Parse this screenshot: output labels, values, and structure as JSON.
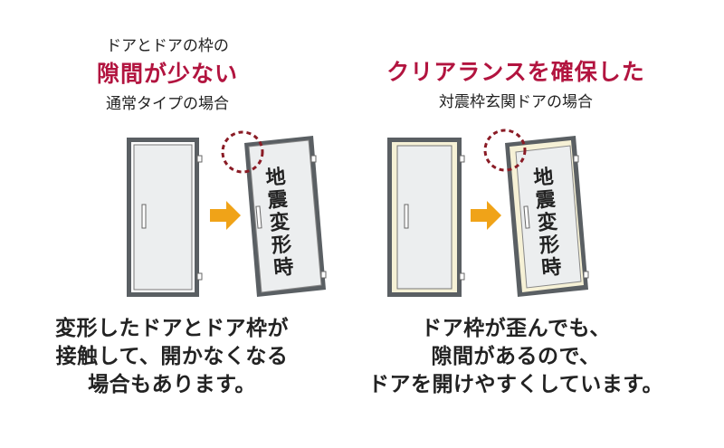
{
  "left": {
    "heading_line1": "ドアとドアの枠の",
    "heading_accent": "隙間が少ない",
    "heading_line3": "通常タイプの場合",
    "door_label_chars": [
      "地",
      "震",
      "変",
      "形",
      "時"
    ],
    "caption_lines": [
      "変形したドアとドア枠が",
      "接触して、開かなくなる",
      "場合もあります。"
    ]
  },
  "right": {
    "heading_accent": "クリアランスを確保した",
    "heading_line2": "対震枠玄関ドアの場合",
    "door_label_chars": [
      "地",
      "震",
      "変",
      "形",
      "時"
    ],
    "caption_lines": [
      "ドア枠が歪んでも、",
      "隙間があるので、",
      "ドアを開けやすくしています。"
    ]
  },
  "colors": {
    "accent": "#b2143f",
    "frame": "#555a5e",
    "door_fill": "#eceeef",
    "gap_fill": "#f6f1d6",
    "arrow": "#f0a318",
    "circle": "#8a1b25"
  }
}
